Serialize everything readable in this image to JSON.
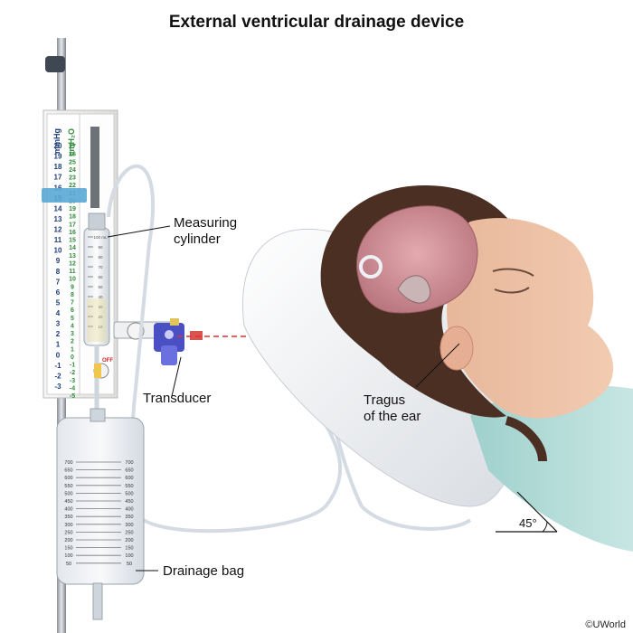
{
  "title": "External ventricular drainage device",
  "labels": {
    "measuring_cylinder": "Measuring\ncylinder",
    "transducer": "Transducer",
    "tragus": "Tragus\nof the ear",
    "drainage_bag": "Drainage bag",
    "angle": "45°",
    "credit": "©UWorld"
  },
  "scales": {
    "mmhg_title": "mmHg",
    "cmh2o_title": "cmH₂O",
    "mmhg_values": [
      "20",
      "19",
      "18",
      "17",
      "16",
      "15",
      "14",
      "13",
      "12",
      "11",
      "10",
      "9",
      "8",
      "7",
      "6",
      "5",
      "4",
      "3",
      "2",
      "1",
      "0",
      "-1",
      "-2",
      "-3"
    ],
    "cmh2o_values": [
      "27",
      "26",
      "25",
      "24",
      "23",
      "22",
      "21",
      "20",
      "19",
      "18",
      "17",
      "16",
      "15",
      "14",
      "13",
      "12",
      "11",
      "10",
      "9",
      "8",
      "7",
      "6",
      "5",
      "4",
      "3",
      "2",
      "1",
      "0",
      "-1",
      "-2",
      "-3",
      "-4",
      "-5"
    ],
    "clamp_value": "15"
  },
  "cylinder_marks": [
    "100 mL",
    "90",
    "80",
    "70",
    "60",
    "50",
    "40",
    "30",
    "20",
    "10"
  ],
  "bag_marks": [
    "700",
    "650",
    "600",
    "550",
    "500",
    "450",
    "400",
    "350",
    "300",
    "250",
    "200",
    "150",
    "100",
    "50"
  ],
  "stopcock_text": "OFF",
  "colors": {
    "mmhg": "#1f3d7a",
    "cmh2o": "#2e8b3a",
    "clamp": "#5aa9d6",
    "laser": "#e03030",
    "transducer": "#4a4fc4"
  }
}
